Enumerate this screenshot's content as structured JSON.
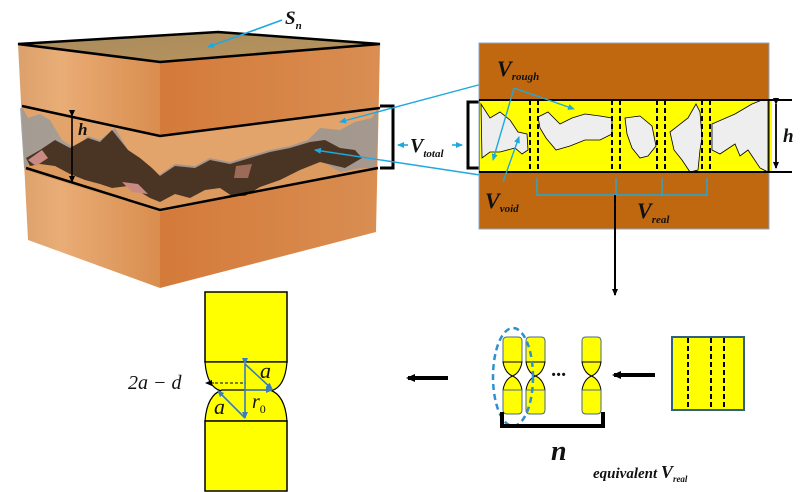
{
  "labels": {
    "top_surface": {
      "main": "S",
      "sub": "n"
    },
    "height_3d": "h",
    "total_volume": {
      "main": "V",
      "sub": "total"
    },
    "rough_volume": {
      "main": "V",
      "sub": "rough"
    },
    "void_volume": {
      "main": "V",
      "sub": "void"
    },
    "real_volume": {
      "main": "V",
      "sub": "real"
    },
    "height_section": "h",
    "contact_n": "n",
    "equivalent_caption": {
      "prefix": "equivalent ",
      "main": "V",
      "sub": "real"
    },
    "gap_label": "2a − d",
    "radius_a_top": "a",
    "radius_a_bottom": "a",
    "r0": {
      "main": "r",
      "sub": "0"
    },
    "ellipsis": "···"
  },
  "colors": {
    "cube_light": "#e7a36a",
    "cube_dark": "#d27a3c",
    "cube_top": "#a8895a",
    "void_gray": "#9a9a9a",
    "rough_dark": "#4a3424",
    "section_brown": "#c0680f",
    "section_border": "#5b7fa6",
    "yellow": "#ffff00",
    "void_light": "#eeeeee",
    "pointer_blue": "#1fa8e0",
    "model_blue": "#3a7cc0",
    "dash_ellipse": "#2f8fd0",
    "black": "#000000"
  },
  "contact_columns": {
    "count_shown": 3,
    "ellipsis_after": 2
  }
}
